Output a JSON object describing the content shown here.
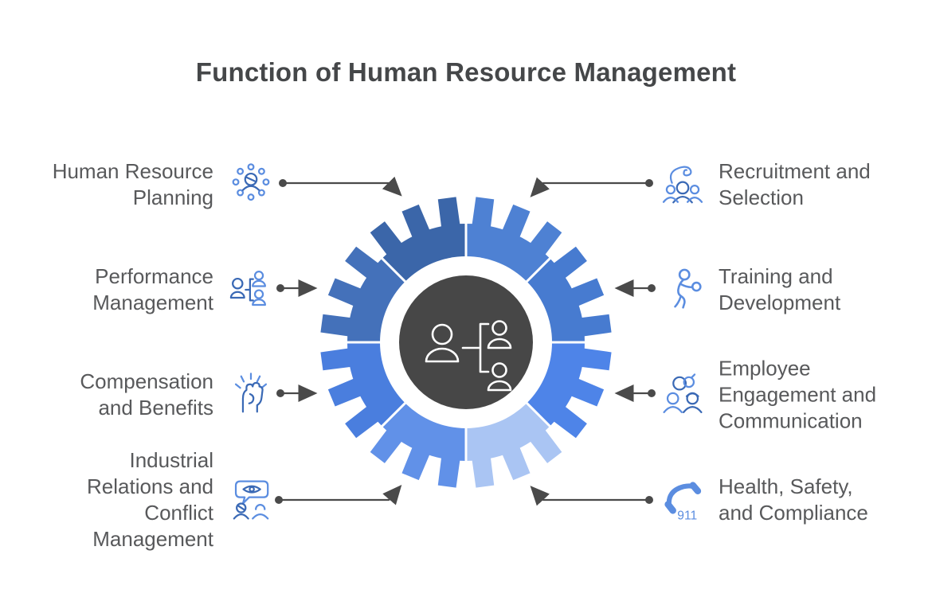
{
  "title": "Function of Human Resource Management",
  "gear": {
    "sector_colors": [
      "#4e81d3",
      "#477bd0",
      "#4e84e8",
      "#aac5f3",
      "#6191e8",
      "#4a7ede",
      "#4471ba",
      "#3b66a9"
    ],
    "hub_color": "#474747",
    "divider_color": "#ffffff",
    "center_icon": "org-chart-icon"
  },
  "items": {
    "left": [
      {
        "label": "Human Resource\nPlanning",
        "icon": "people-network-icon"
      },
      {
        "label": "Performance\nManagement",
        "icon": "org-chart-icon"
      },
      {
        "label": "Compensation\nand Benefits",
        "icon": "fist-icon"
      },
      {
        "label": "Industrial\nRelations and\nConflict\nManagement",
        "icon": "discussion-eye-icon"
      }
    ],
    "right": [
      {
        "label": "Recruitment and\nSelection",
        "icon": "hand-select-people-icon"
      },
      {
        "label": "Training and\nDevelopment",
        "icon": "active-person-icon"
      },
      {
        "label": "Employee\nEngagement and\nCommunication",
        "icon": "engaged-people-icon"
      },
      {
        "label": "Health, Safety,\nand Compliance",
        "icon": "emergency-phone-icon",
        "icon_text": "911"
      }
    ]
  },
  "colors": {
    "title": "#454749",
    "label": "#58595b",
    "arrow": "#4a4a4a",
    "icon_primary": "#5b8de0",
    "icon_secondary": "#3a69b5"
  }
}
